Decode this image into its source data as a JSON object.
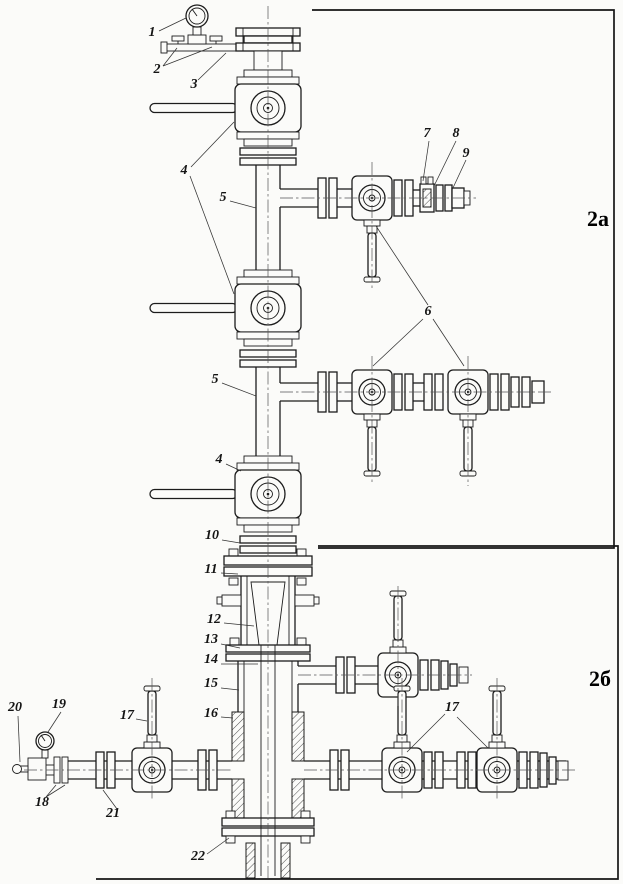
{
  "figure": {
    "sections": {
      "a": "2а",
      "b": "2б"
    },
    "callouts": {
      "c1": "1",
      "c2": "2",
      "c3": "3",
      "c4a": "4",
      "c4b": "4",
      "c5a": "5",
      "c5b": "5",
      "c6": "6",
      "c7": "7",
      "c8": "8",
      "c9": "9",
      "c10": "10",
      "c11": "11",
      "c12": "12",
      "c13": "13",
      "c14": "14",
      "c15": "15",
      "c16": "16",
      "c17a": "17",
      "c17b": "17",
      "c18": "18",
      "c19": "19",
      "c20": "20",
      "c21": "21",
      "c22": "22"
    }
  }
}
